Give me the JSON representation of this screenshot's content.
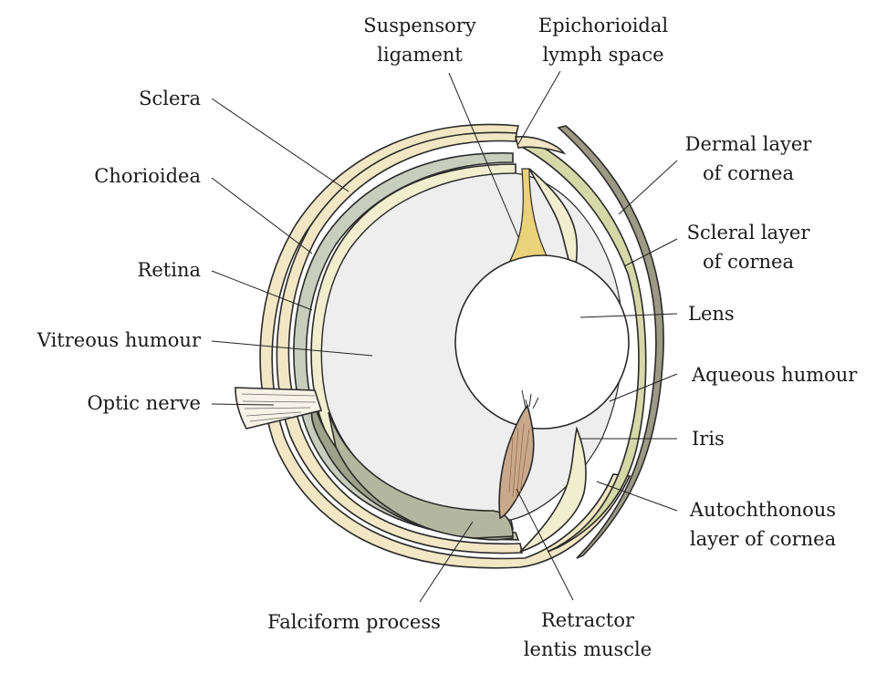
{
  "labels": {
    "suspensory_ligament": [
      "Suspensory",
      "ligament"
    ],
    "epichorioidal_lymph_space": [
      "Epichorioidal",
      "lymph space"
    ],
    "sclera": "Sclera",
    "chorioidea": "Chorioidea",
    "retina": "Retina",
    "vitreous_humour": "Vitreous humour",
    "optic_nerve": "Optic nerve",
    "dermal_layer_of_cornea": [
      "Dermal layer",
      "of cornea"
    ],
    "scleral_layer_of_cornea": [
      "Scleral layer",
      "of cornea"
    ],
    "lens": "Lens",
    "aqueous_humour": "Aqueous humour",
    "iris": "Iris",
    "autochthonous_layer_of_cornea": [
      "Autochthonous",
      "layer of cornea"
    ],
    "falciform_process": "Falciform process",
    "retractor_lentis_muscle": [
      "Retractor",
      "lentis muscle"
    ]
  },
  "colors": {
    "sclera": "#f2e7c4",
    "chorioidea": "#c9cdbd",
    "retina": "#f0eecf",
    "vitreous": "#eeeeee",
    "falciform": "#9ea28a",
    "ligament": "#ead27a",
    "cornea_outer": "#9c9a85",
    "cornea_green": "#d5d9a8",
    "muscle": "#c9a98b",
    "outline": "#2a2a2a"
  }
}
